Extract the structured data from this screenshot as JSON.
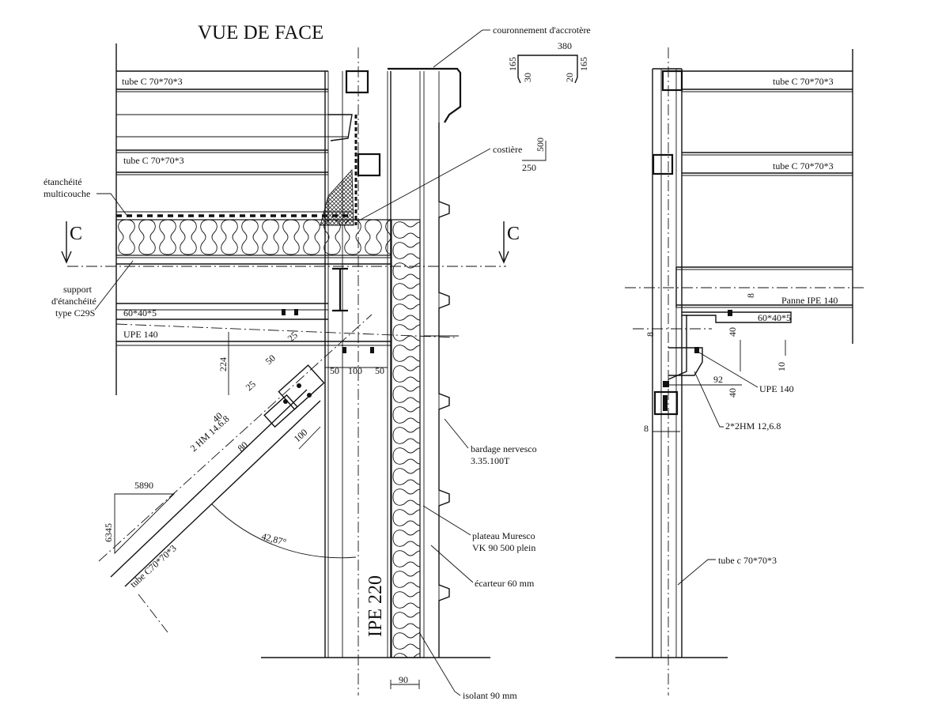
{
  "title": "VUE DE FACE",
  "section_mark": "C",
  "front_view": {
    "labels": {
      "tube_top": "tube C 70*70*3",
      "tube_mid": "tube C 70*70*3",
      "couronnement": "couronnement d'accrotère",
      "costiere": "costière",
      "etancheite_1": "étanchéité",
      "etancheite_2": "multicouche",
      "support_1": "support",
      "support_2": "d'étanchéité",
      "support_3": "type C29S",
      "angle_profile": "60*40*5",
      "upe": "UPE 140",
      "bolts": "2 HM 14.6.8",
      "bardage_1": "bardage nervesco",
      "bardage_2": "3.35.100T",
      "plateau_1": "plateau Muresco",
      "plateau_2": "VK 90 500 plein",
      "ecarteur": "écarteur 60 mm",
      "isolant": "isolant 90 mm",
      "ipe": "IPE 220",
      "diag_tube": "tube C70*70*3",
      "angle": "42,87°"
    },
    "dims": {
      "cap_width": "380",
      "cap_left": "165",
      "cap_right": "165",
      "cap_l_lip": "30",
      "cap_r_lip": "20",
      "cost_h": "500",
      "cost_w": "250",
      "d224": "224",
      "d50a": "50",
      "d100a": "100",
      "d50b": "50",
      "d25a": "25",
      "d50c": "50",
      "d25b": "25",
      "d40": "40",
      "d80": "80",
      "d100b": "100",
      "d90": "90",
      "tri_h": "5890",
      "tri_v": "6345"
    }
  },
  "side_view": {
    "labels": {
      "tube_top": "tube C 70*70*3",
      "tube_mid": "tube C 70*70*3",
      "panne": "Panne IPE 140",
      "angle_profile": "60*40*5",
      "upe": "UPE 140",
      "bolts": "2*2HM 12,6.8",
      "tube_col": "tube  c 70*70*3"
    },
    "dims": {
      "d8a": "8",
      "d8b": "8",
      "d40a": "40",
      "d10": "10",
      "d92": "92",
      "d40b": "40",
      "d8c": "8"
    }
  }
}
